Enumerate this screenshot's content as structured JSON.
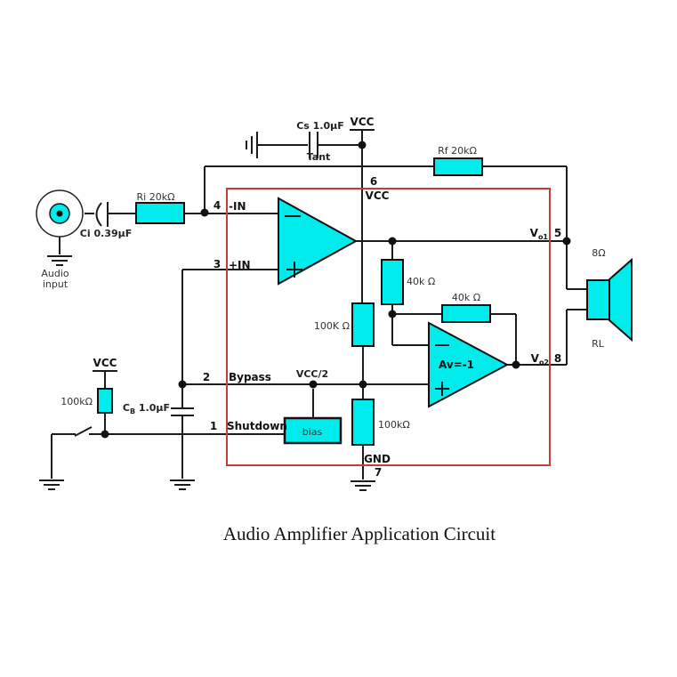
{
  "title": "Audio Amplifier Application Circuit",
  "colors": {
    "component_fill": "#00ecec",
    "ic_boundary": "#c43c3c",
    "wire": "#1b1b1b",
    "bias_text": "#2038c8"
  },
  "power": {
    "vcc_top": "VCC",
    "vcc_left": "VCC",
    "vcc_half": "VCC/2",
    "gnd": "GND"
  },
  "supply_filter": {
    "cs": "Cs 1.0µF",
    "cap_type": "Tant"
  },
  "feedback": {
    "rf": "Rf 20kΩ"
  },
  "input": {
    "ci": "Ci 0.39µF",
    "ri": "Ri 20kΩ",
    "source_line1": "Audio",
    "source_line2": "input"
  },
  "shutdown": {
    "pullup": "100kΩ"
  },
  "bypass": {
    "cb_prefix": "C",
    "cb_sub": "B",
    "cb_suffix": " 1.0µF"
  },
  "ic": {
    "pin1": {
      "num": "1",
      "name": "Shutdown"
    },
    "pin2": {
      "num": "2",
      "name": "Bypass"
    },
    "pin3": {
      "num": "3",
      "name": "+IN"
    },
    "pin4": {
      "num": "4",
      "name": "-IN"
    },
    "pin5": {
      "num": "5",
      "name_prefix": "V",
      "name_sub": "o1"
    },
    "pin6": {
      "num": "6",
      "name": "VCC"
    },
    "pin7": {
      "num": "7",
      "name": "GND"
    },
    "pin8": {
      "num": "8",
      "name_prefix": "V",
      "name_sub": "o2"
    },
    "internal": {
      "r_top": "40k Ω",
      "r_feedback": "40k Ω",
      "r_upper": "100K Ω",
      "r_lower": "100kΩ",
      "bias": "bias",
      "gain": "Av=-1"
    }
  },
  "output": {
    "impedance": "8Ω",
    "load": "RL"
  }
}
